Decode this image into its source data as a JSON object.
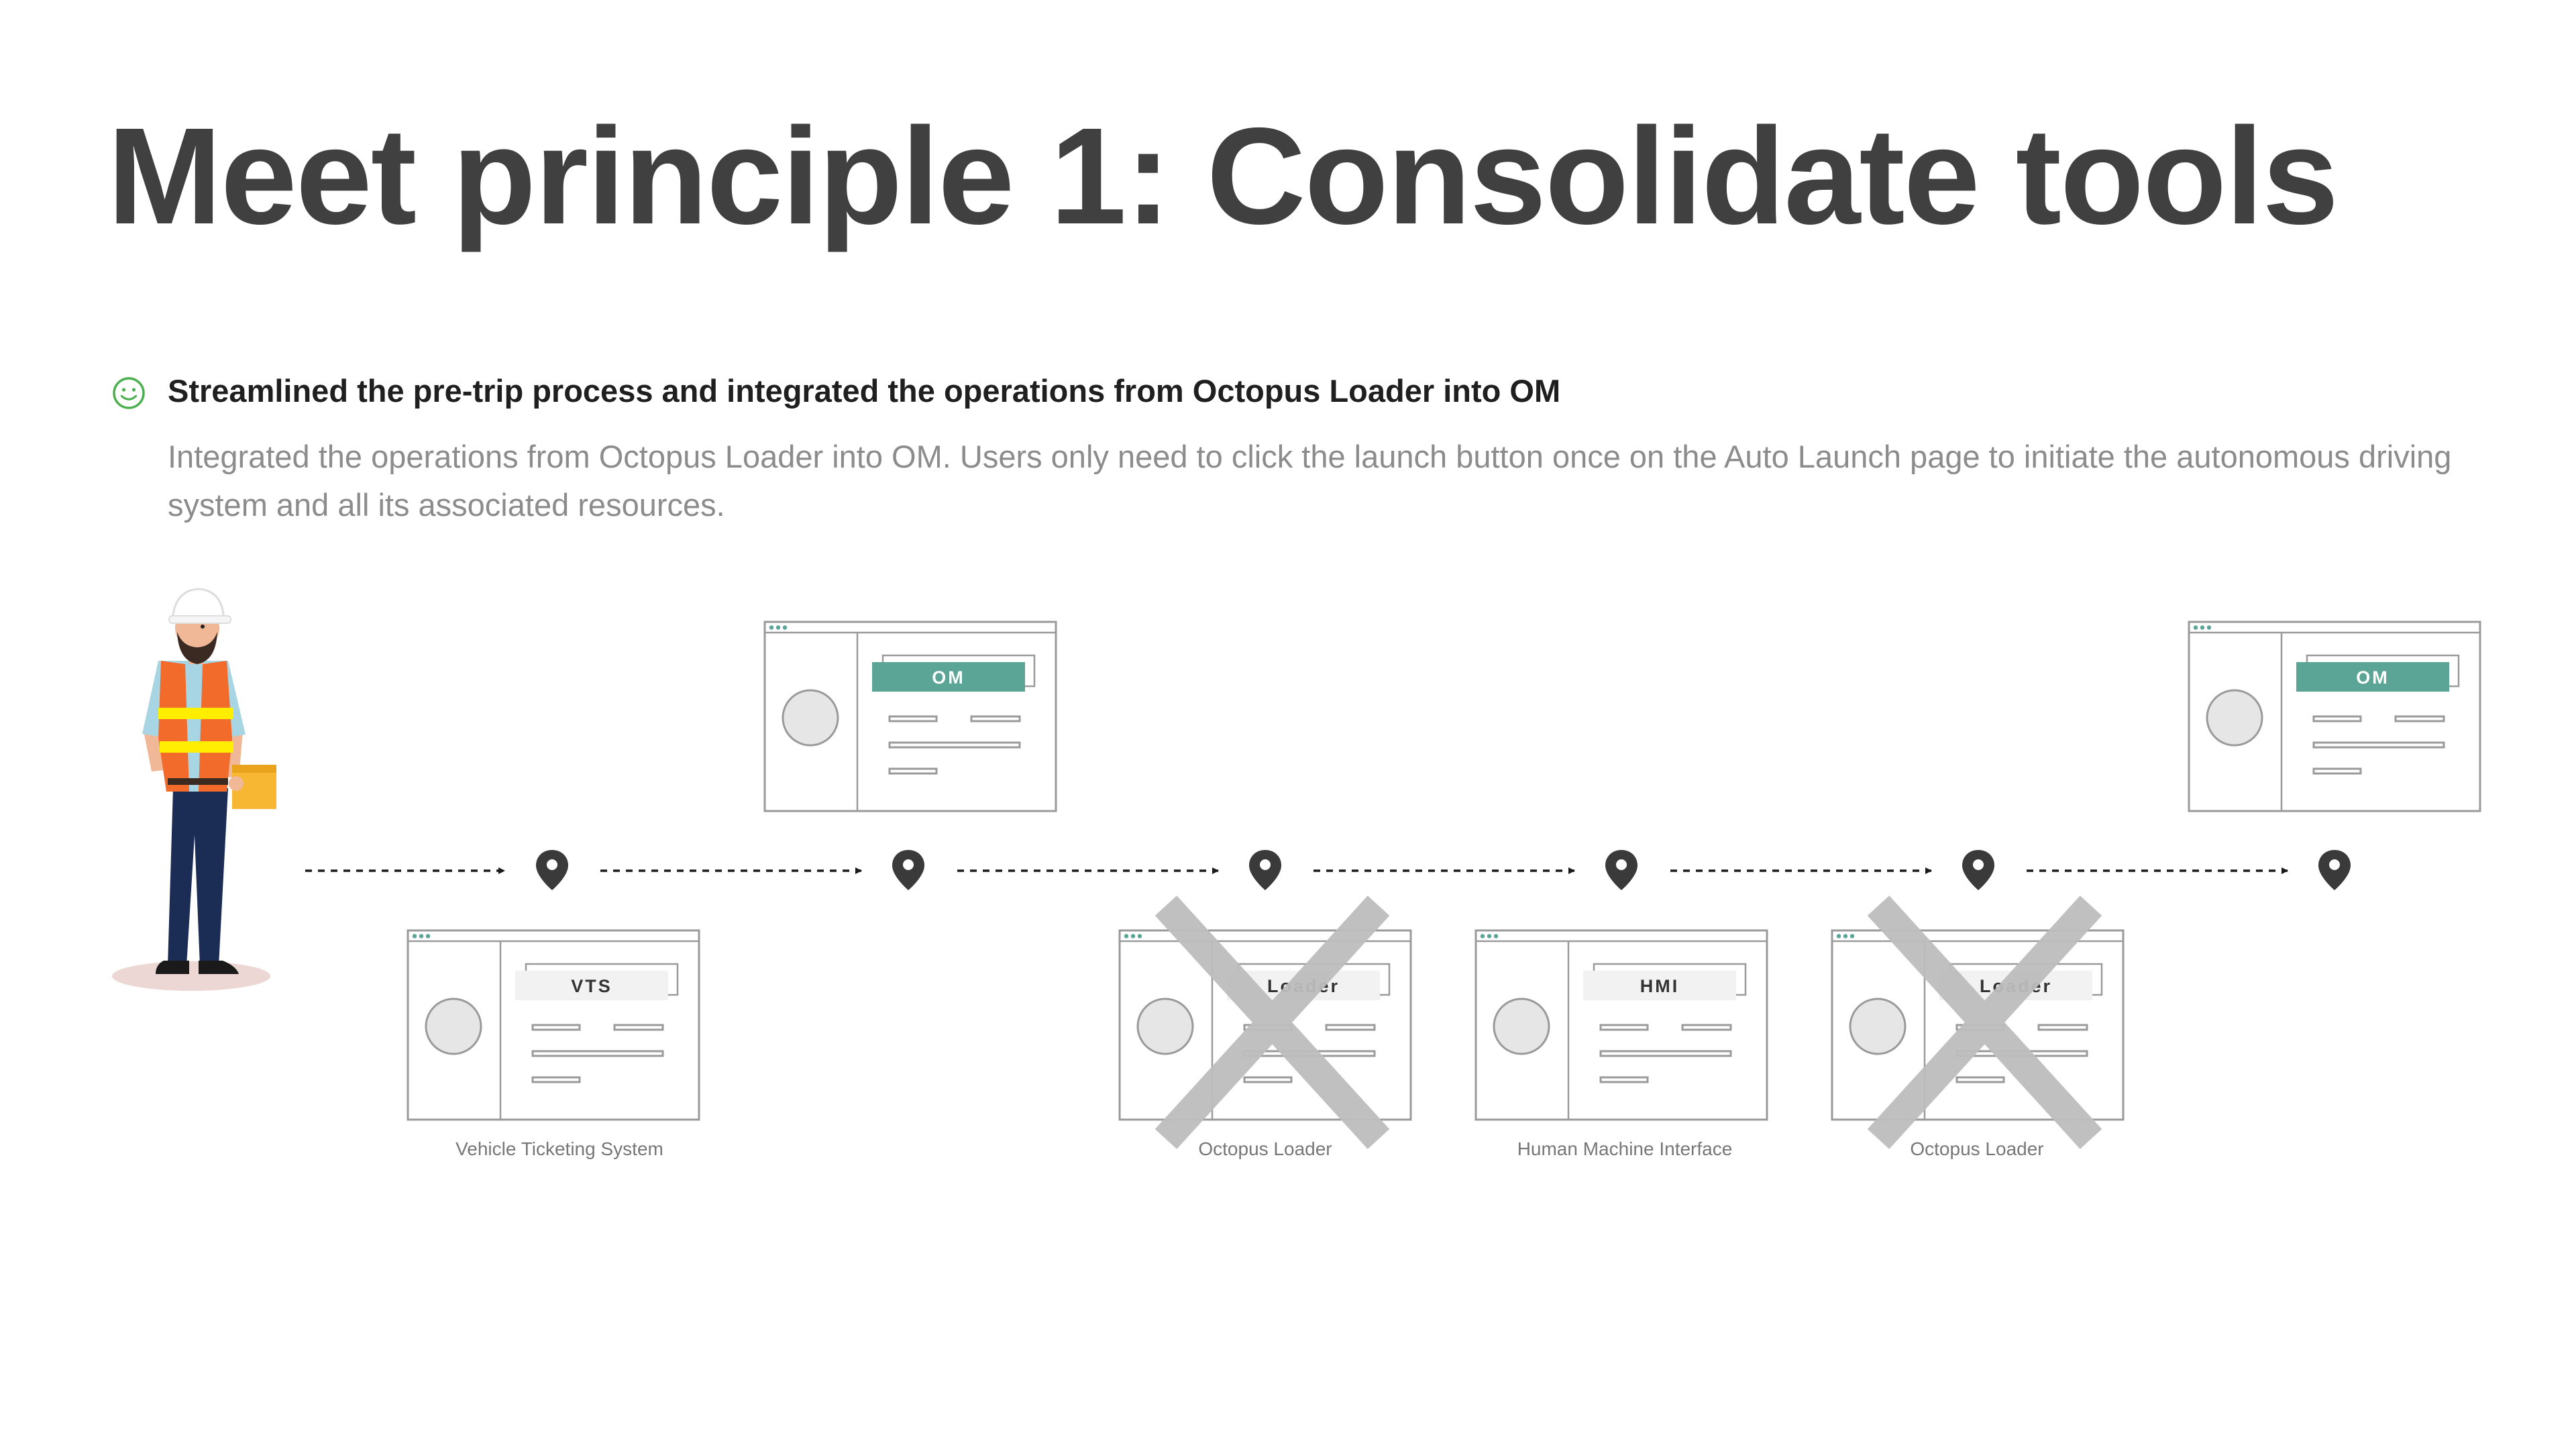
{
  "title": "Meet principle 1: Consolidate tools",
  "point": {
    "icon": "smile-icon",
    "heading": "Streamlined the pre-trip process and integrated the operations from Octopus Loader into OM",
    "body": "Integrated the operations from Octopus Loader into OM. Users only need to click the launch button once on the Auto Launch page to initiate the autonomous driving system and all its associated resources."
  },
  "colors": {
    "title": "#404040",
    "accent_green": "#5aa595",
    "smile": "#4caf50",
    "cross": "#bdbdbd",
    "vest": "#f26b2b",
    "stripe": "#ffee00"
  },
  "flow": {
    "person": "worker-illustration",
    "waypoints": 6,
    "top_windows": [
      {
        "label": "OM",
        "highlighted": true
      },
      {
        "label": "OM",
        "highlighted": true
      }
    ],
    "bottom_windows": [
      {
        "label": "VTS",
        "caption": "Vehicle Ticketing System",
        "removed": false
      },
      {
        "label": "Loader",
        "caption": "Octopus Loader",
        "removed": true
      },
      {
        "label": "HMI",
        "caption": "Human Machine Interface",
        "removed": false
      },
      {
        "label": "Loader",
        "caption": "Octopus Loader",
        "removed": true
      }
    ]
  }
}
